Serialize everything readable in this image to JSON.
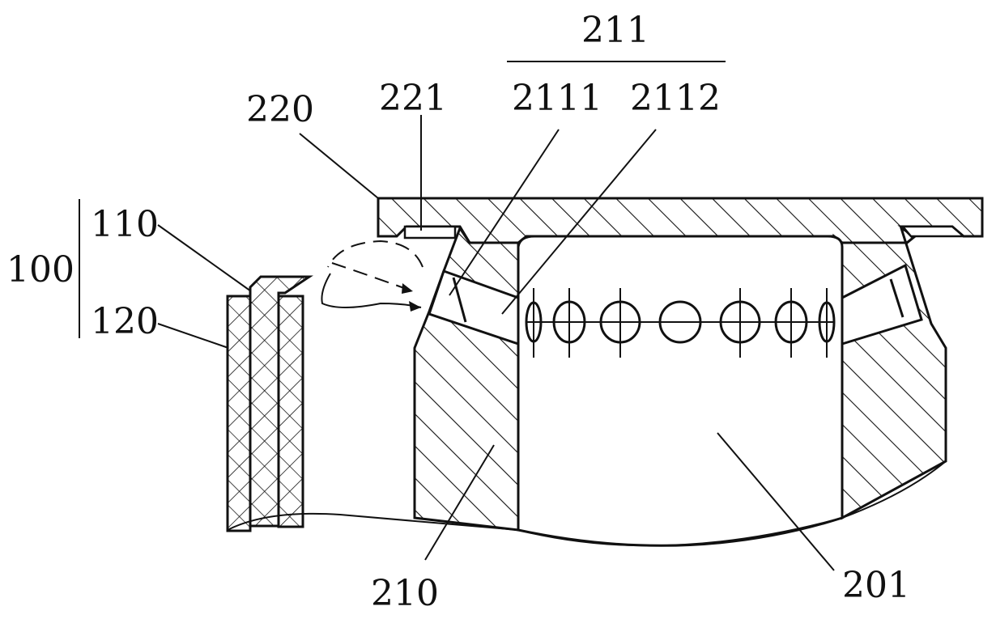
{
  "labels": {
    "l211": "211",
    "l2111": "2111",
    "l2112": "2112",
    "l220": "220",
    "l221": "221",
    "l100": "100",
    "l110": "110",
    "l120": "120",
    "l210": "210",
    "l201": "201"
  },
  "colors": {
    "ink": "#111111",
    "paper": "#ffffff"
  }
}
